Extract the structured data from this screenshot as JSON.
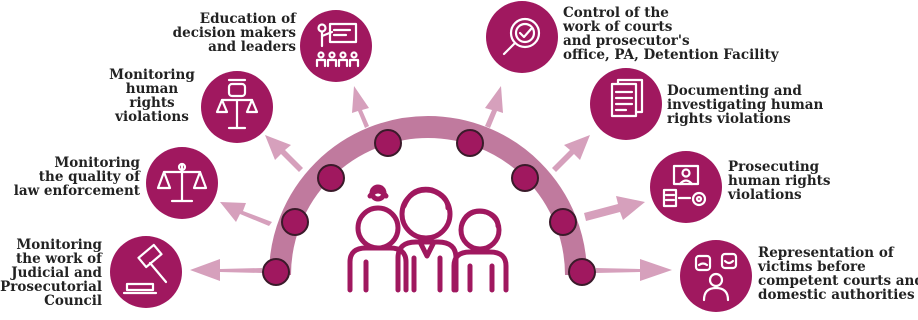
{
  "colors": {
    "primary": "#a0185f",
    "arc": "#c07a9e",
    "arrow": "#d6a0bc",
    "text": "#222222"
  },
  "center_icon": "group-of-people-icon",
  "items": [
    {
      "id": "judicial-council",
      "label_lines": [
        "Monitoring",
        "the work of",
        "Judicial and",
        "Prosecutorial",
        "Council"
      ],
      "icon": "gavel-icon"
    },
    {
      "id": "law-enforcement",
      "label_lines": [
        "Monitoring",
        "the quality of",
        "law enforcement"
      ],
      "icon": "scales-icon"
    },
    {
      "id": "hr-violations-monitoring",
      "label_lines": [
        "Monitoring",
        "human",
        "rights",
        "violations"
      ],
      "icon": "fist-scales-icon"
    },
    {
      "id": "education",
      "label_lines": [
        "Education of",
        "decision makers",
        "and leaders"
      ],
      "icon": "presentation-icon"
    },
    {
      "id": "control-courts",
      "label_lines": [
        "Control of the",
        "work of courts",
        "and prosecutor's",
        "office, PA, Detention Facility"
      ],
      "icon": "magnifier-check-icon"
    },
    {
      "id": "documenting",
      "label_lines": [
        "Documenting and",
        "investigating human",
        "rights violations"
      ],
      "icon": "documents-icon"
    },
    {
      "id": "prosecuting",
      "label_lines": [
        "Prosecuting",
        "human rights",
        "violations"
      ],
      "icon": "person-gear-icon"
    },
    {
      "id": "representation",
      "label_lines": [
        "Representation of",
        "victims before",
        "competent courts and",
        "domestic authorities"
      ],
      "icon": "victim-masks-icon"
    }
  ]
}
